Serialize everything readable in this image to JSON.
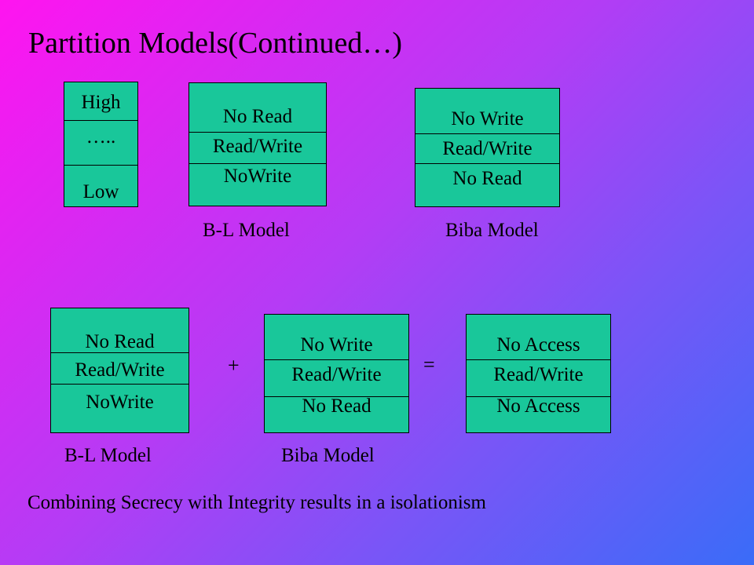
{
  "slide": {
    "title": "Partition Models(Continued…)",
    "colors": {
      "background_start": "#ff14f0",
      "background_end": "#3a6cf8",
      "box_fill": "#19c79a"
    }
  },
  "levels_box": {
    "high": "High",
    "dots": "…..",
    "low": "Low"
  },
  "top_bl": {
    "rows": [
      "No Read",
      "Read/Write",
      "NoWrite"
    ],
    "caption": "B-L Model"
  },
  "top_biba": {
    "rows": [
      "No Write",
      "Read/Write",
      "No Read"
    ],
    "caption": "Biba Model"
  },
  "bottom_bl": {
    "rows": [
      "No Read",
      "Read/Write",
      "NoWrite"
    ],
    "caption": "B-L Model"
  },
  "bottom_biba": {
    "rows": [
      "No Write",
      "Read/Write",
      "No Read"
    ],
    "caption": "Biba Model"
  },
  "result": {
    "rows": [
      "No Access",
      "Read/Write",
      "No Access"
    ]
  },
  "operators": {
    "plus": "+",
    "equals": "="
  },
  "footer": "Combining Secrecy with Integrity results in a isolationism"
}
